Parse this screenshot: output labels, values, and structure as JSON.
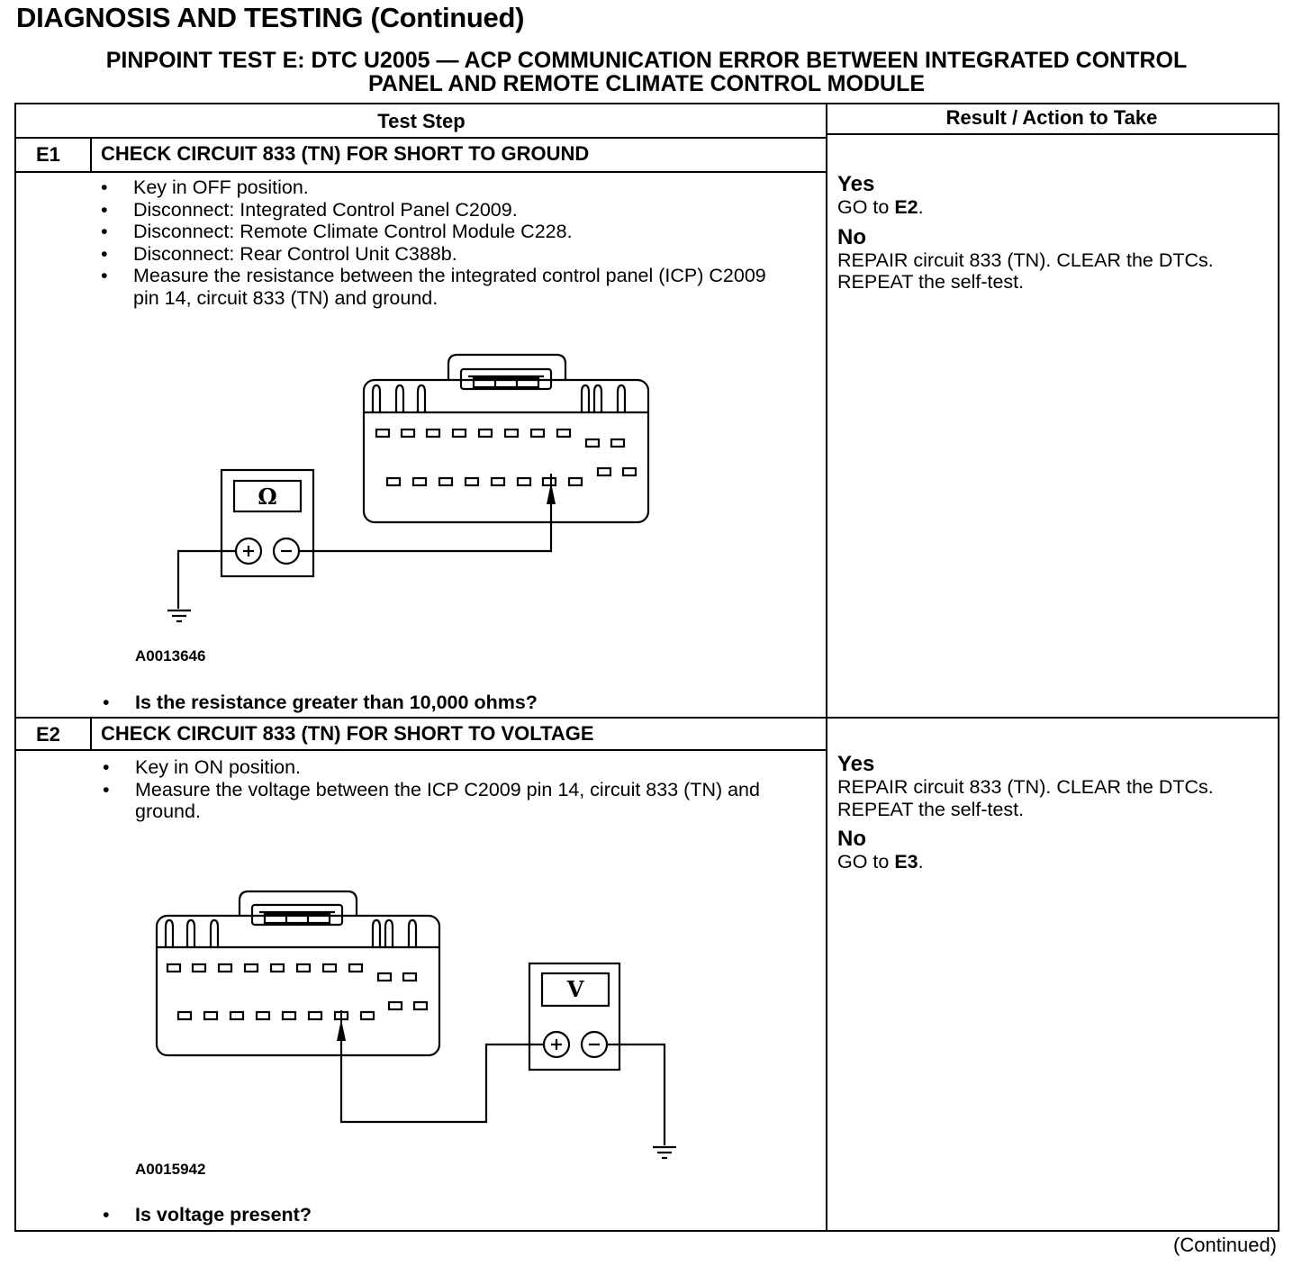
{
  "header": "DIAGNOSIS AND TESTING (Continued)",
  "test_title_line1": "PINPOINT TEST  E: DTC U2005 — ACP COMMUNICATION ERROR BETWEEN INTEGRATED CONTROL",
  "test_title_line2": "PANEL AND REMOTE CLIMATE CONTROL MODULE",
  "columns": {
    "test_step": "Test Step",
    "result": "Result / Action to Take"
  },
  "steps": [
    {
      "id": "E1",
      "title": "CHECK CIRCUIT 833 (TN) FOR SHORT TO GROUND",
      "bullets": [
        "Key in OFF position.",
        "Disconnect: Integrated Control Panel C2009.",
        "Disconnect: Remote Climate Control Module C228.",
        "Disconnect: Rear Control Unit C388b.",
        "Measure the resistance between the integrated control panel (ICP) C2009 pin 14, circuit 833 (TN) and ground."
      ],
      "figure_id": "A0013646",
      "meter_symbol": "Ω",
      "question": "Is the resistance greater than 10,000 ohms?",
      "yes_label": "Yes",
      "yes_text_pre": "GO to ",
      "yes_text_ref": "E2",
      "yes_text_post": ".",
      "no_label": "No",
      "no_text": "REPAIR circuit 833 (TN). CLEAR the DTCs. REPEAT the self-test."
    },
    {
      "id": "E2",
      "title": "CHECK CIRCUIT 833 (TN) FOR SHORT TO VOLTAGE",
      "bullets": [
        "Key in ON position.",
        "Measure the voltage between the ICP C2009 pin 14, circuit 833 (TN) and ground."
      ],
      "figure_id": "A0015942",
      "meter_symbol": "V",
      "question": "Is voltage present?",
      "yes_label": "Yes",
      "yes_text": "REPAIR circuit 833 (TN). CLEAR the DTCs. REPEAT the self-test.",
      "no_label": "No",
      "no_text_pre": "GO to ",
      "no_text_ref": "E3",
      "no_text_post": "."
    }
  ],
  "continued": "(Continued)"
}
